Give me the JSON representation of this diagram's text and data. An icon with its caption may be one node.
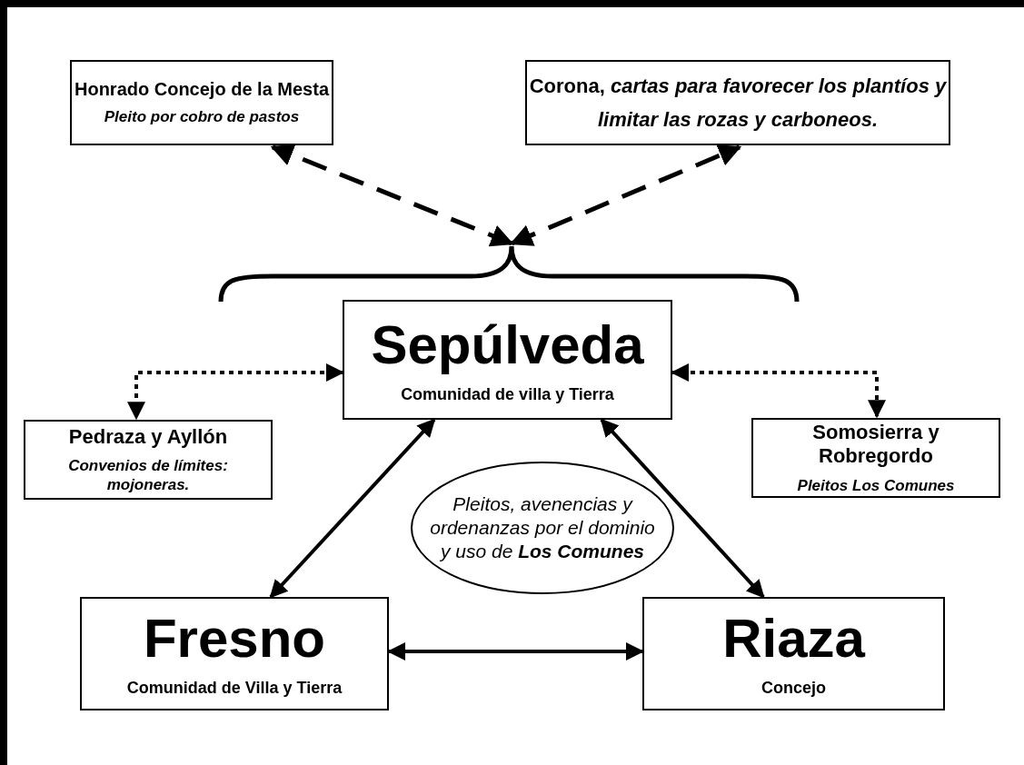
{
  "diagram": {
    "nodes": [
      {
        "text": [
          "Honrado Concejo de la Mesta",
          "Pleito por cobro de pastos"
        ]
      },
      {
        "text": [
          "Corona, *cartas para favorecer los plantíos y limitar las rozas y carboneos.*"
        ]
      },
      {
        "text": [],
        "shape": "brace"
      },
      {
        "text": [
          "Sepúlveda",
          "Comunidad de villa y Tierra"
        ]
      },
      {
        "text": [
          "Pedraza y Ayllón",
          "Convenios de límites: mojoneras."
        ]
      },
      {
        "text": [
          "Somosierra y Robregordo",
          "Pleitos Los Comunes"
        ]
      },
      {
        "text": [
          "Pleitos, avenencias y ordenanzas por el dominio y uso de **Los Comunes**"
        ]
      },
      {
        "text": [
          "Fresno",
          "Comunidad de Villa y Tierra"
        ]
      },
      {
        "text": [
          "Riaza",
          "Concejo"
        ]
      }
    ],
    "edges": [
      {
        "from": 2,
        "to": 0,
        "arrow": "both",
        "style": "dashed"
      },
      {
        "from": 2,
        "to": 1,
        "arrow": "both",
        "style": "dashed"
      },
      {
        "from": 3,
        "to": 4,
        "arrow": "both",
        "style": "dashed"
      },
      {
        "from": 3,
        "to": 5,
        "arrow": "both",
        "style": "dashed"
      },
      {
        "from": 3,
        "to": 7,
        "arrow": "both"
      },
      {
        "from": 3,
        "to": 8,
        "arrow": "both"
      },
      {
        "from": 7,
        "to": 8,
        "arrow": "both"
      }
    ]
  }
}
